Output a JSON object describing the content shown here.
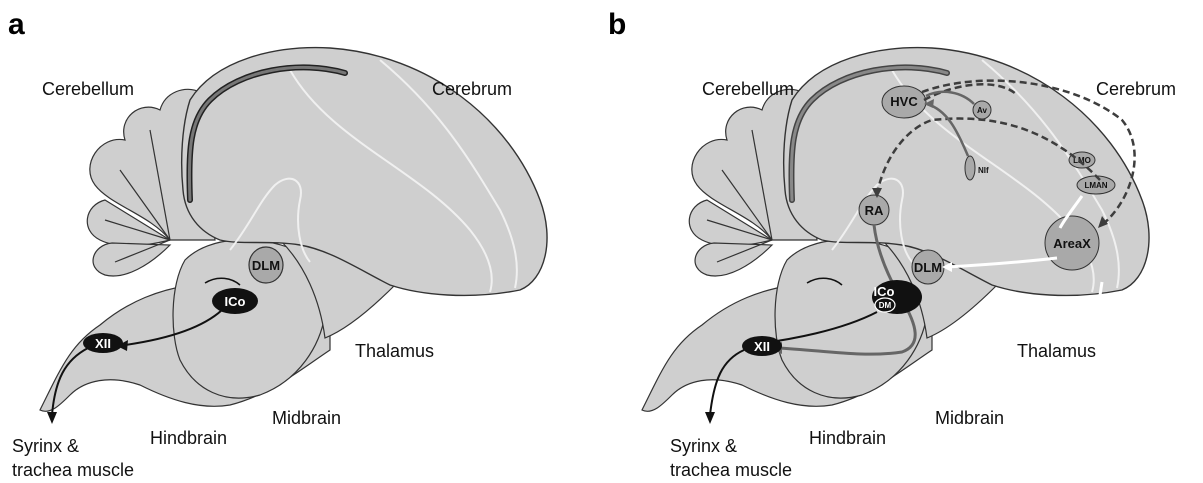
{
  "panels": [
    {
      "letter": "a",
      "regions": {
        "cerebrum": "Cerebrum",
        "cerebellum": "Cerebellum",
        "thalamus": "Thalamus",
        "midbrain": "Midbrain",
        "hindbrain": "Hindbrain",
        "output_line1": "Syrinx &",
        "output_line2": "trachea muscle"
      },
      "nuclei": {
        "dlm": "DLM",
        "ico": "ICo",
        "xii": "XII"
      }
    },
    {
      "letter": "b",
      "regions": {
        "cerebrum": "Cerebrum",
        "cerebellum": "Cerebellum",
        "thalamus": "Thalamus",
        "midbrain": "Midbrain",
        "hindbrain": "Hindbrain",
        "output_line1": "Syrinx &",
        "output_line2": "trachea muscle"
      },
      "nuclei": {
        "dlm": "DLM",
        "ico": "ICo",
        "dm": "DM",
        "xii": "XII",
        "hvc": "HVC",
        "av": "Av",
        "nif": "NIf",
        "ra": "RA",
        "lmo": "LMO",
        "lman": "LMAN",
        "areax": "AreaX"
      }
    }
  ],
  "colors": {
    "brain_fill": "#cfcfcf",
    "outline": "#333333",
    "nucleus_fill": "#a9a9a9",
    "dark_nucleus": "#111111",
    "pathway_dark": "#4a4a4a",
    "pathway_white": "#ffffff"
  }
}
